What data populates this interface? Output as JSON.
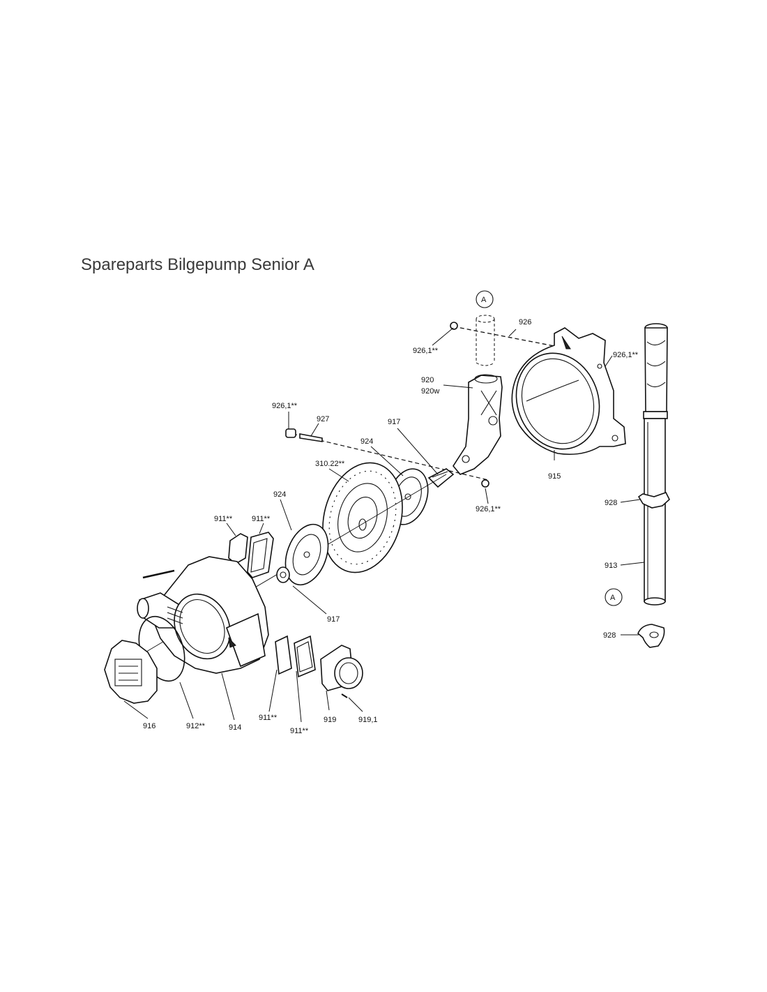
{
  "title": "Spareparts Bilgepump Senior A",
  "labels": {
    "l926": "926",
    "l926_1_top_left": "926,1**",
    "l926_1_top_right": "926,1**",
    "l926_1_left": "926,1**",
    "l926_1_mid": "926,1**",
    "l920": "920",
    "l920w": "920w",
    "l927": "927",
    "l917_top": "917",
    "l924_top": "924",
    "l310_22": "310.22**",
    "l915": "915",
    "l924_mid": "924",
    "l911_a": "911**",
    "l911_b": "911**",
    "l917_bottom": "917",
    "l916": "916",
    "l912": "912**",
    "l914": "914",
    "l911_c": "911**",
    "l911_d": "911**",
    "l919": "919",
    "l919_1": "919,1",
    "l928_top": "928",
    "l913": "913",
    "l928_bottom": "928",
    "markerA_top": "A",
    "markerA_right": "A"
  }
}
